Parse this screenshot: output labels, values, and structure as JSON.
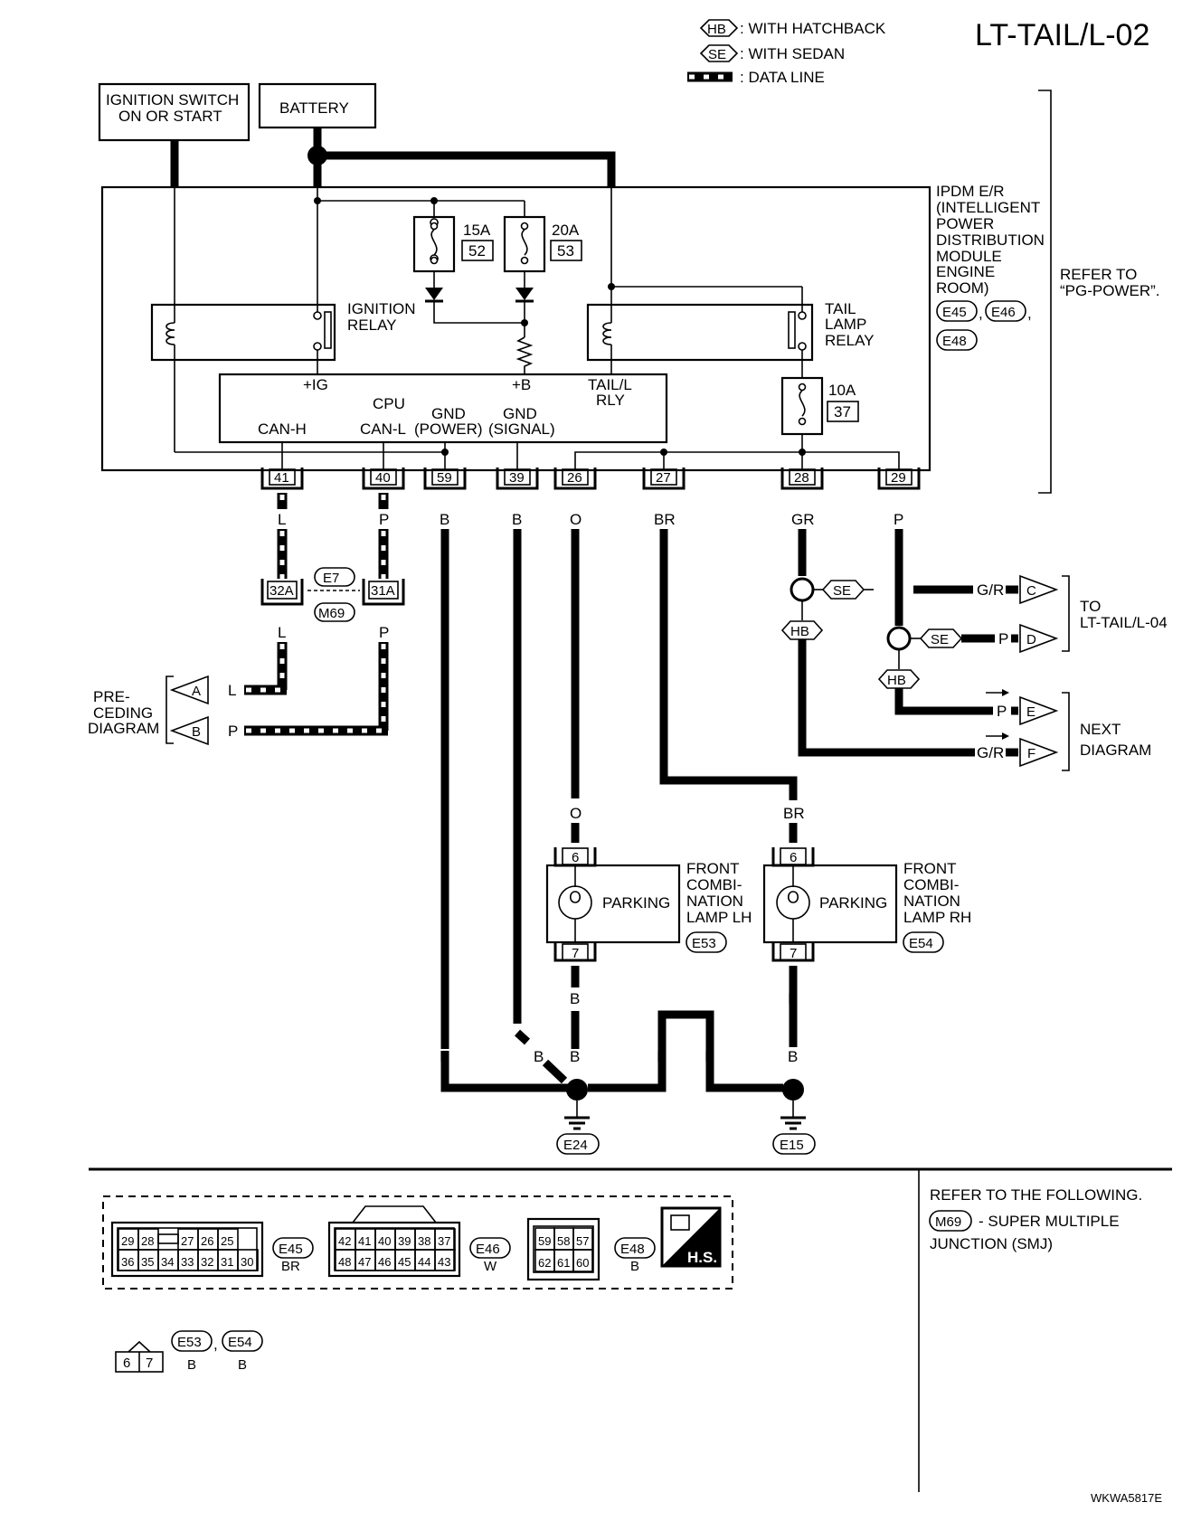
{
  "diagram_id": "LT-TAIL/L-02",
  "legend": {
    "hb_badge": "HB",
    "hb_text": ": WITH HATCHBACK",
    "se_badge": "SE",
    "se_text": ": WITH SEDAN",
    "data_text": ": DATA LINE"
  },
  "ignition_switch": [
    "IGNITION SWITCH",
    "ON OR START"
  ],
  "battery": "BATTERY",
  "ipdm": {
    "title_lines": [
      "IPDM E/R",
      "(INTELLIGENT",
      "POWER",
      "DISTRIBUTION",
      "MODULE",
      "ENGINE",
      "ROOM)"
    ],
    "connectors": [
      "E45",
      "E46",
      "E48"
    ],
    "refer_lines": [
      "REFER TO",
      "“PG-POWER”."
    ]
  },
  "fuses": [
    {
      "amp": "15A",
      "num": "52"
    },
    {
      "amp": "20A",
      "num": "53"
    },
    {
      "amp": "10A",
      "num": "37"
    }
  ],
  "relays": {
    "ignition": [
      "IGNITION",
      "RELAY"
    ],
    "tail": [
      "TAIL",
      "LAMP",
      "RELAY"
    ]
  },
  "cpu": {
    "label": "CPU",
    "plus_ig": "+IG",
    "plus_b": "+B",
    "tail_rly": [
      "TAIL/L",
      "RLY"
    ],
    "can_h": "CAN-H",
    "can_l": "CAN-L",
    "gnd_power": [
      "GND",
      "(POWER)"
    ],
    "gnd_signal": [
      "GND",
      "(SIGNAL)"
    ]
  },
  "terminals": [
    "41",
    "40",
    "59",
    "39",
    "26",
    "27",
    "28",
    "29"
  ],
  "wire_colors": {
    "t41": "L",
    "t40": "P",
    "t59": "B",
    "t39": "B",
    "t26": "O",
    "t27": "BR",
    "t28": "GR",
    "t29": "P"
  },
  "joint": {
    "left": "32A",
    "right": "31A",
    "conn_top": "E7",
    "conn_bottom": "M69",
    "left_wire": "L",
    "right_wire": "P"
  },
  "preceding": {
    "label_lines": [
      "PRE-",
      "CEDING",
      "DIAGRAM"
    ],
    "a": "A",
    "b": "B",
    "a_wire": "L",
    "b_wire": "P"
  },
  "outputs": {
    "se": "SE",
    "hb": "HB",
    "c_wire": "G/R",
    "c": "C",
    "d_wire": "P",
    "d": "D",
    "e_wire": "P",
    "e": "E",
    "f_wire": "G/R",
    "f": "F",
    "to_label": [
      "TO",
      "LT-TAIL/L-04"
    ],
    "next_label": [
      "NEXT",
      "DIAGRAM"
    ]
  },
  "lamps": [
    {
      "top_wire": "O",
      "pin_top": "6",
      "pin_bottom": "7",
      "bulb": "PARKING",
      "name": [
        "FRONT",
        "COMBI-",
        "NATION",
        "LAMP LH"
      ],
      "conn": "E53",
      "bottom_wire": "B"
    },
    {
      "top_wire": "BR",
      "pin_top": "6",
      "pin_bottom": "7",
      "bulb": "PARKING",
      "name": [
        "FRONT",
        "COMBI-",
        "NATION",
        "LAMP RH"
      ],
      "conn": "E54",
      "bottom_wire": "B"
    }
  ],
  "ground_wires": [
    "B",
    "B",
    "B",
    "B",
    "B",
    "B"
  ],
  "grounds": [
    "E24",
    "E15"
  ],
  "connector_views": {
    "e45": {
      "row1": [
        "29",
        "28",
        "",
        "27",
        "26",
        "25"
      ],
      "row2": [
        "36",
        "35",
        "34",
        "33",
        "32",
        "31",
        "30"
      ],
      "code": "E45",
      "color": "BR"
    },
    "e46": {
      "row1": [
        "42",
        "41",
        "40",
        "39",
        "38",
        "37"
      ],
      "row2": [
        "48",
        "47",
        "46",
        "45",
        "44",
        "43"
      ],
      "code": "E46",
      "color": "W"
    },
    "e48": {
      "row1": [
        "59",
        "58",
        "57"
      ],
      "row2": [
        "62",
        "61",
        "60"
      ],
      "code": "E48",
      "color": "B"
    },
    "hs": "H.S.",
    "lamp_pins": [
      "6",
      "7"
    ],
    "lamp_codes": [
      "E53",
      "E54"
    ],
    "lamp_colors": [
      "B",
      "B"
    ]
  },
  "refer_box": {
    "lines": [
      "REFER TO THE FOLLOWING."
    ],
    "code": "M69",
    "desc": [
      "- SUPER MULTIPLE",
      "JUNCTION (SMJ)"
    ]
  },
  "footer_code": "WKWA5817E"
}
